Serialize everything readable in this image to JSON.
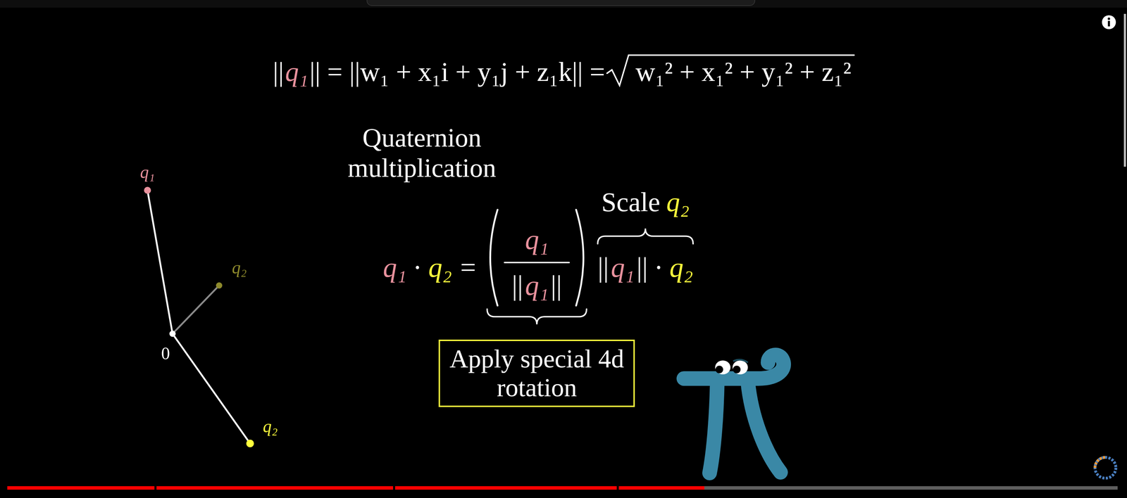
{
  "diagram": {
    "nodes": [
      {
        "text": [
          "Apply special 4d rotation"
        ]
      }
    ],
    "labels": [
      "||",
      "q₁",
      "|| = ||w₁ + x₁i + y₁j + z₁k|| =",
      "w₁² + x₁² + y₁² + z₁²",
      "Quaternion multiplication",
      "q₁",
      "q₂",
      "0",
      "q₂",
      "q₁",
      "·",
      "q₂",
      "=",
      "q₁",
      "||",
      "q₁",
      "||",
      "||",
      "q₁",
      "||",
      "·",
      "q₂",
      "Scale",
      "q₂"
    ]
  }
}
